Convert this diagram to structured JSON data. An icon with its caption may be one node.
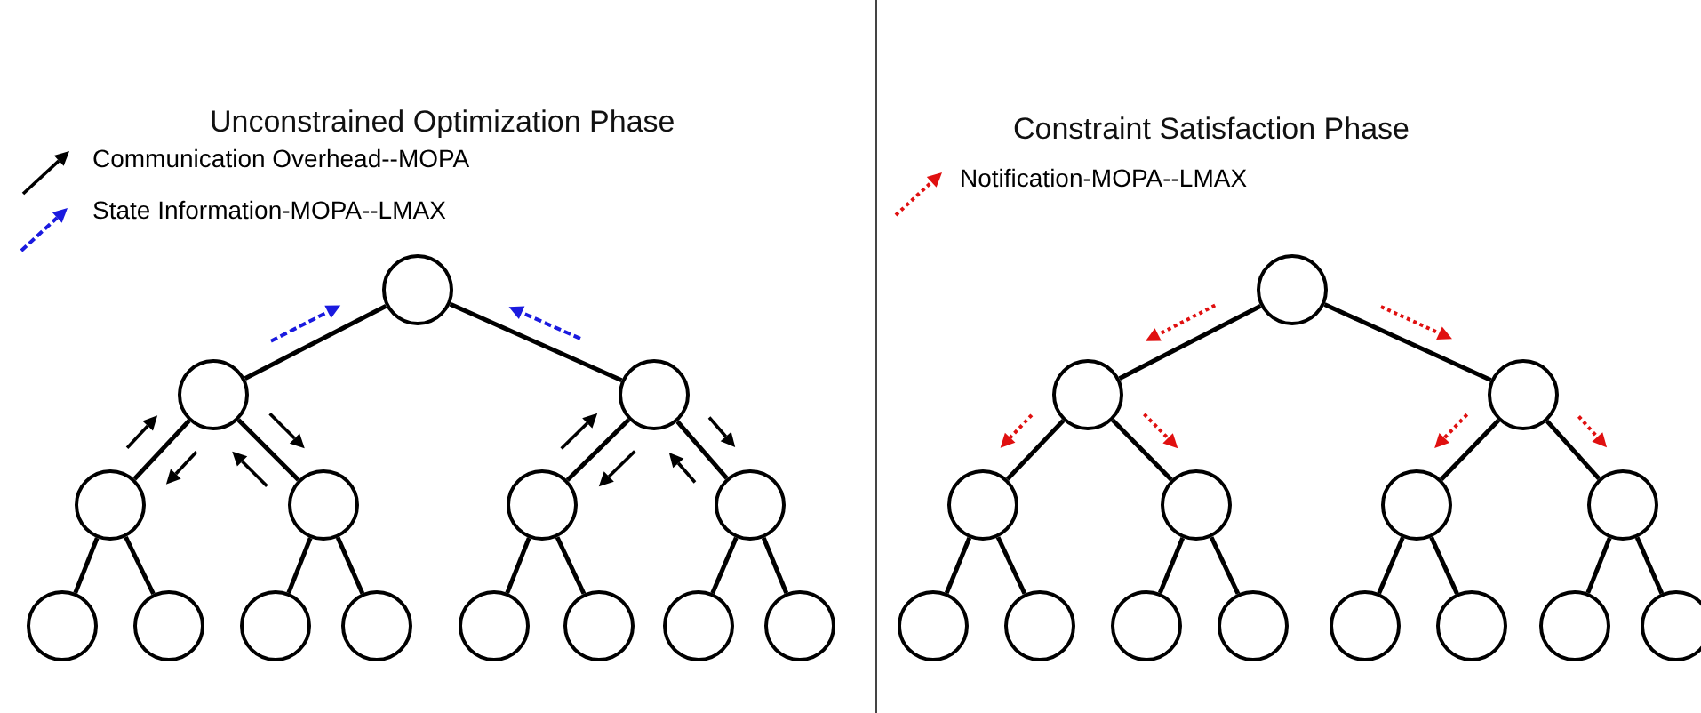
{
  "diagram": {
    "nodes": [
      {
        "text": [],
        "shape": "circle"
      },
      {
        "text": [],
        "shape": "circle"
      },
      {
        "text": [],
        "shape": "circle"
      },
      {
        "text": [],
        "shape": "circle"
      },
      {
        "text": [],
        "shape": "circle"
      },
      {
        "text": [],
        "shape": "circle"
      },
      {
        "text": [],
        "shape": "circle"
      },
      {
        "text": [],
        "shape": "circle"
      },
      {
        "text": [],
        "shape": "circle"
      },
      {
        "text": [],
        "shape": "circle"
      },
      {
        "text": [],
        "shape": "circle"
      },
      {
        "text": [],
        "shape": "circle"
      },
      {
        "text": [],
        "shape": "circle"
      },
      {
        "text": [],
        "shape": "circle"
      },
      {
        "text": [],
        "shape": "circle"
      },
      {
        "text": [],
        "shape": "circle"
      },
      {
        "text": [],
        "shape": "circle"
      },
      {
        "text": [],
        "shape": "circle"
      },
      {
        "text": [],
        "shape": "circle"
      },
      {
        "text": [],
        "shape": "circle"
      },
      {
        "text": [],
        "shape": "circle"
      },
      {
        "text": [],
        "shape": "circle"
      },
      {
        "text": [],
        "shape": "circle"
      },
      {
        "text": [],
        "shape": "circle"
      },
      {
        "text": [],
        "shape": "circle"
      },
      {
        "text": [],
        "shape": "circle"
      },
      {
        "text": [],
        "shape": "circle"
      },
      {
        "text": [],
        "shape": "circle"
      },
      {
        "text": [],
        "shape": "circle"
      },
      {
        "text": [],
        "shape": "circle"
      }
    ],
    "edges": [
      {
        "from": 0,
        "to": 1,
        "arrow": "none"
      },
      {
        "from": 0,
        "to": 2,
        "arrow": "none"
      },
      {
        "from": 1,
        "to": 3,
        "arrow": "none"
      },
      {
        "from": 1,
        "to": 4,
        "arrow": "none"
      },
      {
        "from": 2,
        "to": 5,
        "arrow": "none"
      },
      {
        "from": 2,
        "to": 6,
        "arrow": "none"
      },
      {
        "from": 3,
        "to": 7,
        "arrow": "none"
      },
      {
        "from": 3,
        "to": 8,
        "arrow": "none"
      },
      {
        "from": 4,
        "to": 9,
        "arrow": "none"
      },
      {
        "from": 4,
        "to": 10,
        "arrow": "none"
      },
      {
        "from": 5,
        "to": 11,
        "arrow": "none"
      },
      {
        "from": 5,
        "to": 12,
        "arrow": "none"
      },
      {
        "from": 6,
        "to": 13,
        "arrow": "none"
      },
      {
        "from": 6,
        "to": 14,
        "arrow": "none"
      },
      {
        "from": 15,
        "to": 16,
        "arrow": "none"
      },
      {
        "from": 15,
        "to": 17,
        "arrow": "none"
      },
      {
        "from": 16,
        "to": 18,
        "arrow": "none"
      },
      {
        "from": 16,
        "to": 19,
        "arrow": "none"
      },
      {
        "from": 17,
        "to": 20,
        "arrow": "none"
      },
      {
        "from": 17,
        "to": 21,
        "arrow": "none"
      },
      {
        "from": 18,
        "to": 22,
        "arrow": "none"
      },
      {
        "from": 18,
        "to": 23,
        "arrow": "none"
      },
      {
        "from": 19,
        "to": 24,
        "arrow": "none"
      },
      {
        "from": 19,
        "to": 25,
        "arrow": "none"
      },
      {
        "from": 20,
        "to": 26,
        "arrow": "none"
      },
      {
        "from": 20,
        "to": 27,
        "arrow": "none"
      },
      {
        "from": 21,
        "to": 28,
        "arrow": "none"
      },
      {
        "from": 21,
        "to": 29,
        "arrow": "none"
      }
    ],
    "labels": [
      "Unconstrained Optimization Phase",
      "Constraint Satisfaction Phase"
    ],
    "legend": [
      {
        "text": "Communication Overhead--MOPA"
      },
      {
        "text": "State Information-MOPA--LMAX"
      },
      {
        "text": "Notification-MOPA--LMAX"
      }
    ]
  }
}
